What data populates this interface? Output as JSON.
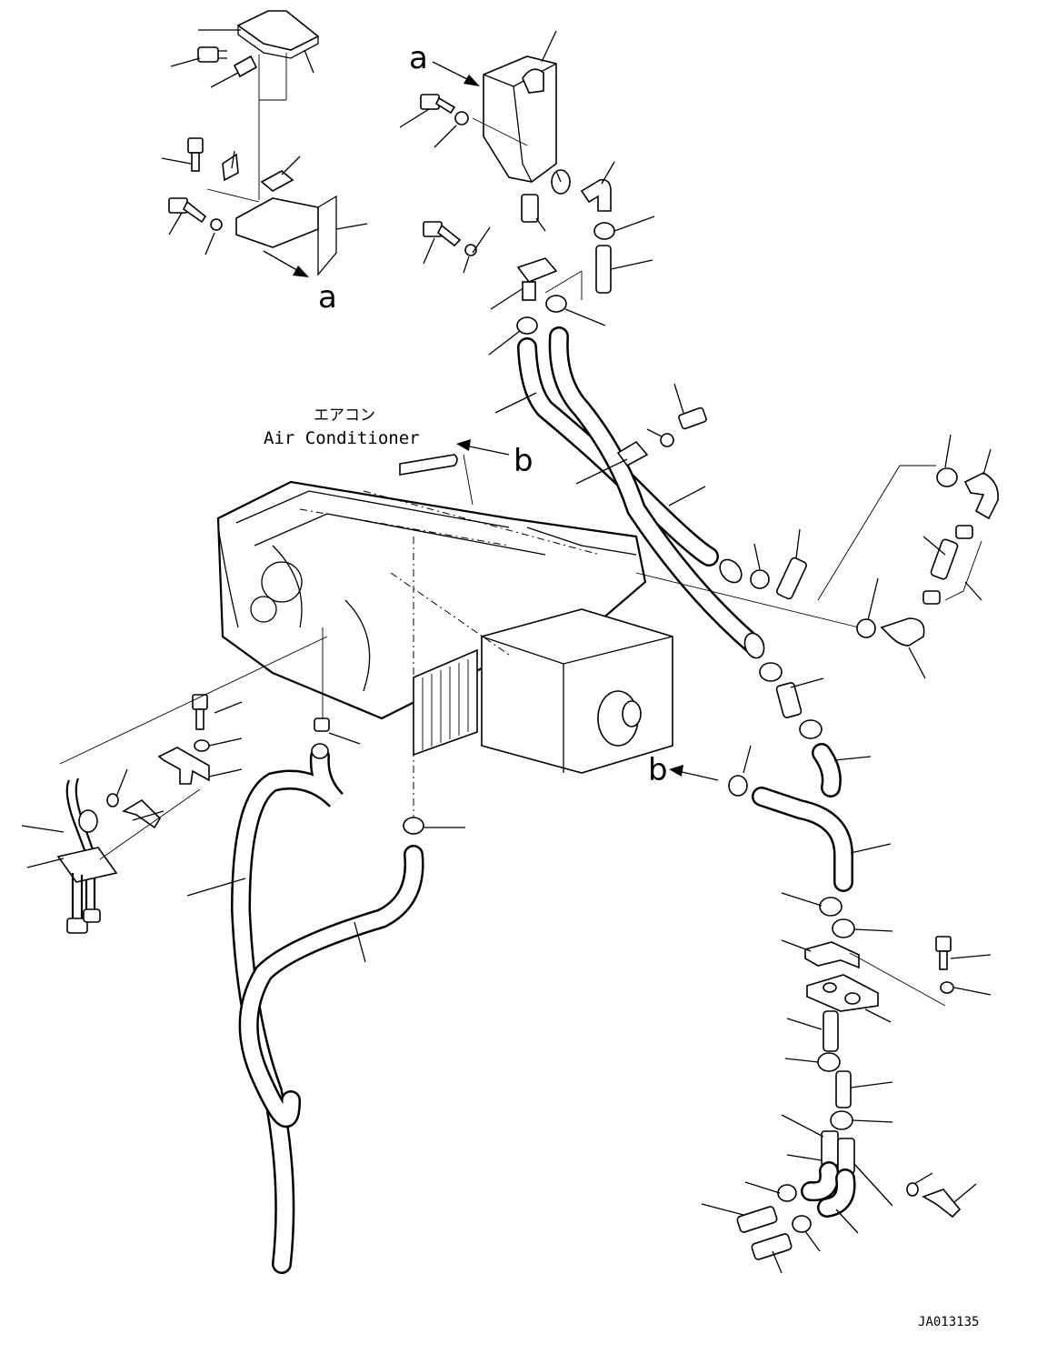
{
  "title_jp": "エアコン",
  "title_en": "Air Conditioner",
  "view_labels": {
    "a_top": "a",
    "a_bottom": "a",
    "b_top": "b",
    "b_right": "b"
  },
  "drawing_number": "JA013135"
}
